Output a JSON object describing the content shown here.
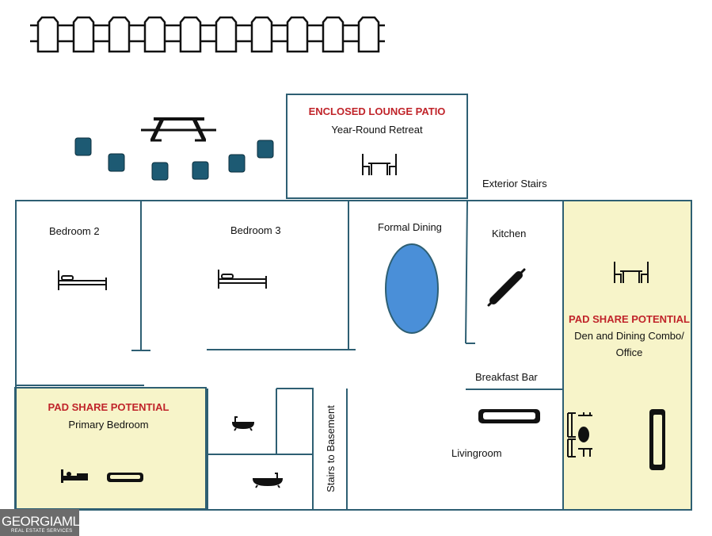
{
  "rooms": {
    "patio": {
      "title": "ENCLOSED LOUNGE PATIO",
      "subtitle": "Year-Round Retreat"
    },
    "exterior_stairs": "Exterior Stairs",
    "bedroom2": "Bedroom 2",
    "bedroom3": "Bedroom 3",
    "formal_dining": "Formal Dining",
    "kitchen": "Kitchen",
    "den": {
      "title": "PAD SHARE POTENTIAL",
      "line1": "Den and Dining Combo/",
      "line2": "Office"
    },
    "primary": {
      "title": "PAD SHARE POTENTIAL",
      "subtitle": "Primary Bedroom"
    },
    "breakfast_bar": "Breakfast Bar",
    "livingroom": "Livingroom",
    "stairs_basement": "Stairs to Basement"
  },
  "logo": {
    "name": "GEORGIAMLS",
    "sub": "REAL ESTATE SERVICES"
  },
  "colors": {
    "wall": "#2e5f73",
    "highlight": "#f7f4c9",
    "table_blue": "#4a8fd8",
    "chair": "#1d5a73",
    "title_red": "#c0242a"
  }
}
